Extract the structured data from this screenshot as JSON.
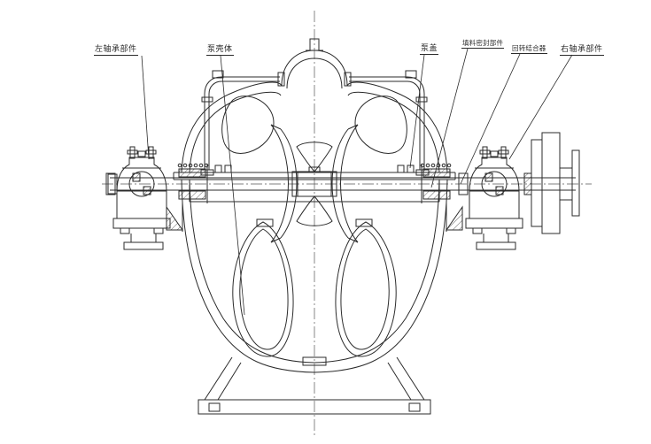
{
  "figure": {
    "background": "#ffffff",
    "line_color": "#2b2b2b",
    "centerline_color": "#555555",
    "labels": [
      {
        "id": "left-bearing-assembly",
        "text": "左轴承部件"
      },
      {
        "id": "pump-casing",
        "text": "泵壳体"
      },
      {
        "id": "pump-cover",
        "text": "泵盖"
      },
      {
        "id": "packing-seal-assembly",
        "text": "填料密封部件"
      },
      {
        "id": "coupling-assembly",
        "text": "回转结合器"
      },
      {
        "id": "right-bearing-assembly",
        "text": "右轴承部件"
      }
    ]
  }
}
